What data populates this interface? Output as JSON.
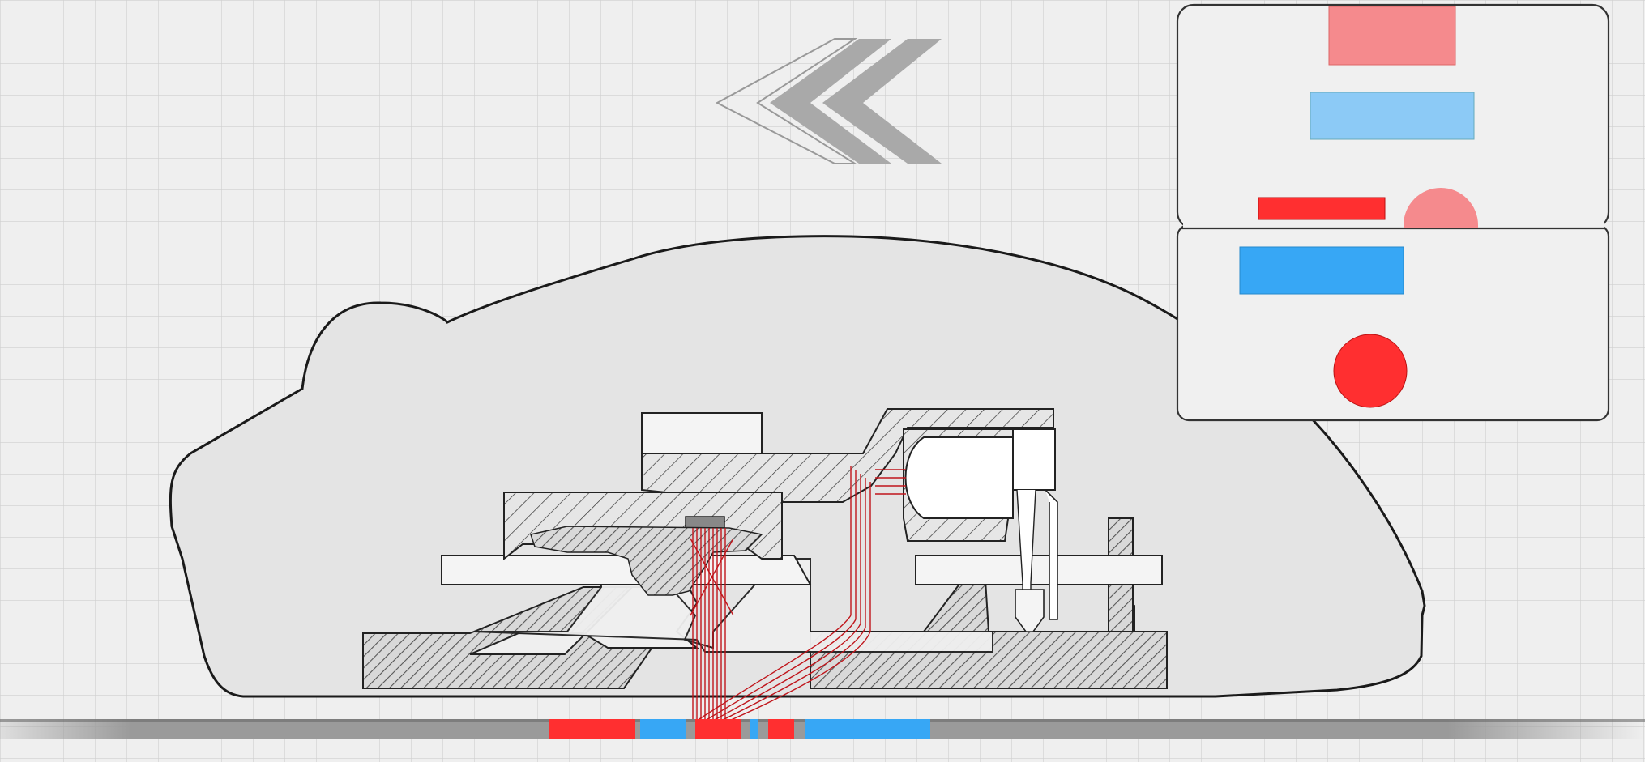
{
  "diagram": {
    "subject": "",
    "colors": {
      "background": "#efefef",
      "grid": "#cfcfcf",
      "outline": "#1a1a1a",
      "body_fill": "#e4e4e4",
      "hatch": "#555555",
      "part_fill": "#f4f4f4",
      "light_ray": "#c0151b",
      "pattern_red": "#ff2f30",
      "pattern_blue": "#37a7f5",
      "inset_light_red": "#f58a8d",
      "inset_light_blue": "#8ccaf6",
      "chevron": "#a9a9a9",
      "surface": "#9a9a9a"
    },
    "icons": {
      "motion_direction": "chevrons-left-icon"
    },
    "surface_pattern": [
      "red",
      "blue",
      "red",
      "blue",
      "red",
      "blue"
    ],
    "inset_pattern": [
      "light-red-bar",
      "light-blue-bar",
      "red-bar",
      "light-red-dot",
      "blue-bar",
      "red-dot"
    ]
  }
}
